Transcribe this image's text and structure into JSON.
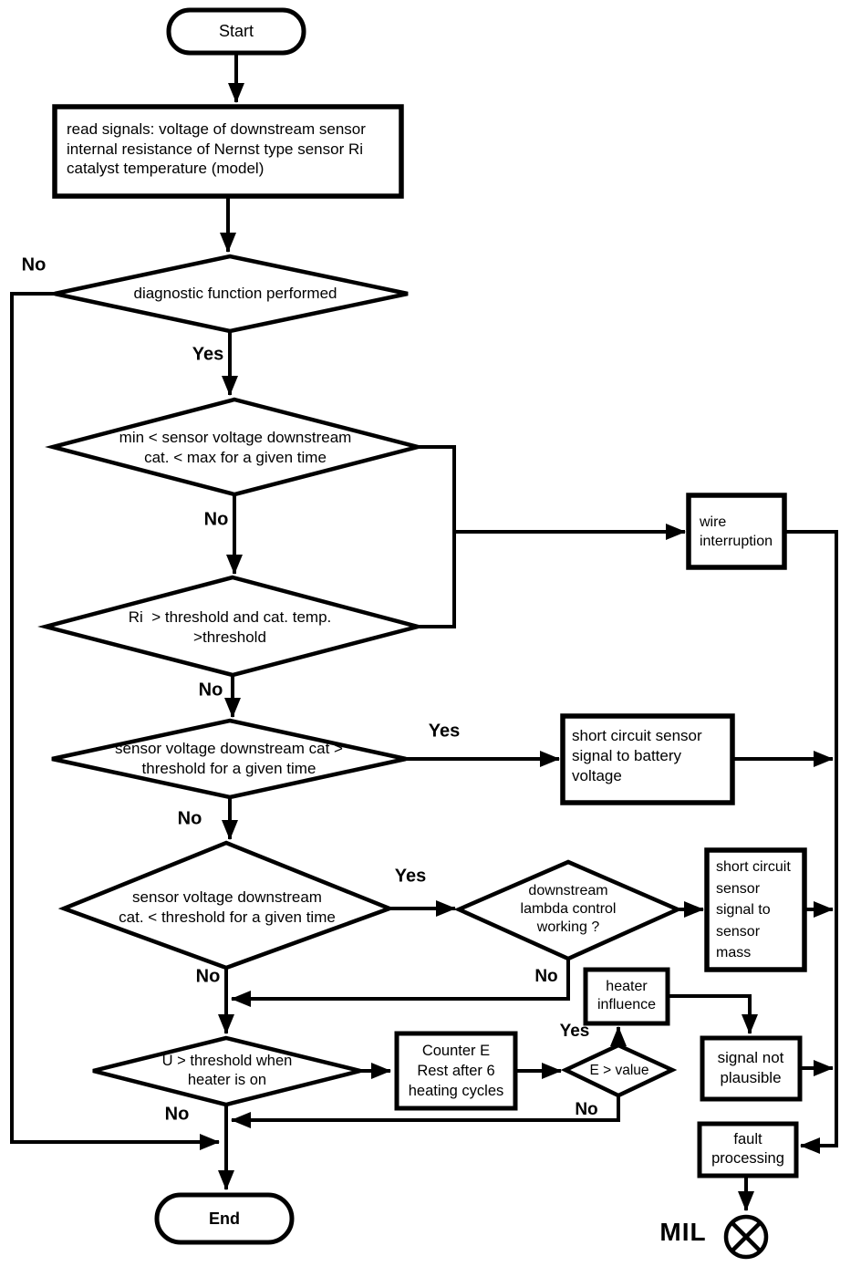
{
  "flowchart": {
    "nodes": {
      "start": "Start",
      "read_signals": "read signals: voltage of downstream sensor\ninternal resistance of Nernst type sensor Ri\ncatalyst temperature (model)",
      "diagnostic": "diagnostic function performed",
      "voltage_window": "min < sensor voltage downstream\ncat. < max for a given time",
      "ri_cat_temp": "Ri  > threshold and cat. temp.\n>threshold",
      "voltage_above": "sensor voltage downstream cat >\nthreshold for a given time",
      "voltage_below": "sensor voltage downstream\ncat. < threshold for a given time",
      "lambda_control": "downstream\nlambda control\nworking ?",
      "u_threshold": "U > threshold when\nheater is on",
      "e_value": "E > value",
      "wire_interruption": "wire\ninterruption",
      "short_circuit_battery": "short circuit sensor\nsignal to battery\nvoltage",
      "short_circuit_mass": "short circuit\nsensor\nsignal to\nsensor\nmass",
      "heater_influence": "heater\ninfluence",
      "counter_e": "Counter E\nRest after 6\nheating cycles",
      "signal_not_plausible": "signal not\nplausible",
      "fault_processing": "fault\nprocessing",
      "end": "End",
      "mil": "MIL"
    },
    "edge_labels": {
      "yes": "Yes",
      "no": "No"
    },
    "colors": {
      "line": "#000000",
      "background": "#ffffff"
    }
  }
}
